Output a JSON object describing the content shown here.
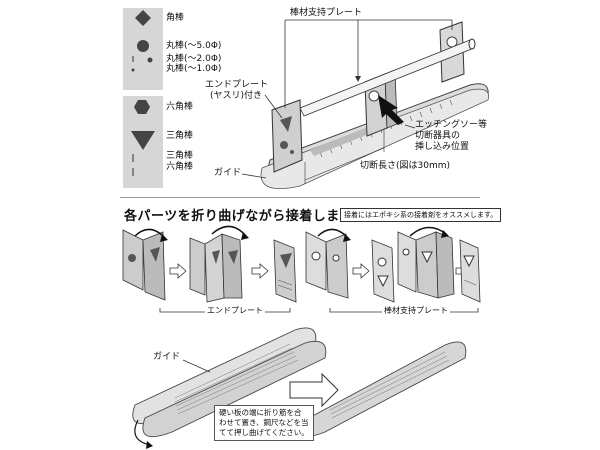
{
  "legend": {
    "kakubou": "角棒",
    "marubou_50": "丸棒(～5.0Φ)",
    "marubou_20": "丸棒(～2.0Φ)",
    "marubou_10": "丸棒(～1.0Φ)",
    "rokkakubou": "六角棒",
    "sankakubou": "三角棒",
    "sankakubou2": "三角棒",
    "rokkakubou2": "六角棒"
  },
  "callouts": {
    "support_plate": "棒材支持プレート",
    "end_plate_line1": "エンドプレート",
    "end_plate_line2": "(ヤスリ)付き",
    "saw_line1": "エッチングソー等",
    "saw_line2": "切断器具の",
    "saw_line3": "挿し込み位置",
    "cut_length": "切断長さ(図は30mm)",
    "guide": "ガイド"
  },
  "assembly": {
    "heading": "各パーツを折り曲げながら接着します。",
    "note": "接着にはエポキシ系の接着剤をオススメします。",
    "end_plate_caption": "エンドプレート",
    "support_plate_caption": "棒材支持プレート"
  },
  "bottom": {
    "guide_label": "ガイド",
    "instr_line1": "硬い板の端に折り筋を合",
    "instr_line2": "わせて置き、鋼尺などを当",
    "instr_line3": "てて押し曲げてください。"
  }
}
